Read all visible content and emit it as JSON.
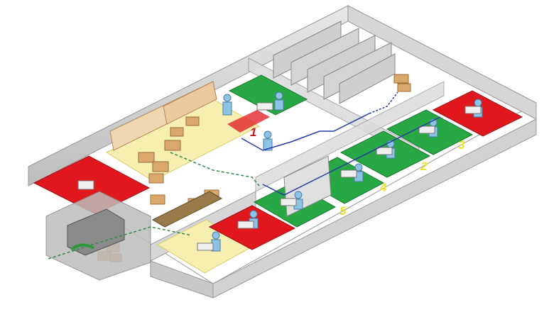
{
  "station_numbers": [
    {
      "id": "1",
      "label": "1"
    },
    {
      "id": "2",
      "label": "2"
    },
    {
      "id": "3",
      "label": "3"
    },
    {
      "id": "4",
      "label": "4"
    },
    {
      "id": "5",
      "label": "5"
    }
  ],
  "colors": {
    "wall": "#d9d9d9",
    "wall_edge": "#9a9a9a",
    "floor": "#ffffff",
    "green_zone": "#27a844",
    "red_zone": "#e0181e",
    "yellow_zone": "#f6efb0",
    "shelf": "#c9c9c9",
    "box": "#d9a86a",
    "path_blue": "#2a3aa8",
    "path_green": "#2f8a4a",
    "worker": "#8fc3e6",
    "number_red": "#c0181e",
    "number_yellow": "#e9e22a"
  }
}
